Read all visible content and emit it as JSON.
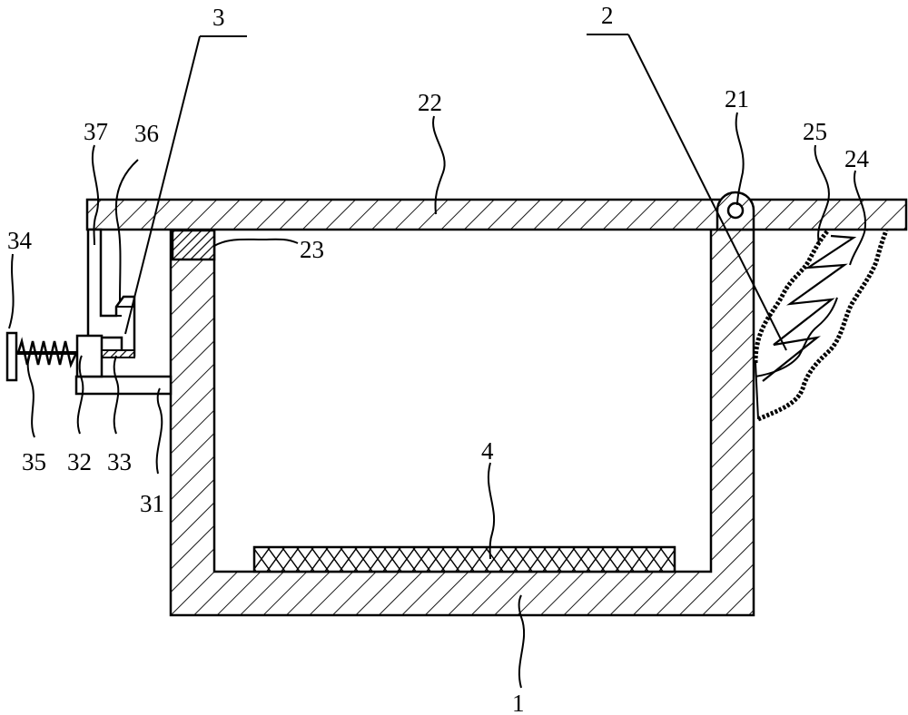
{
  "figure": {
    "labels": {
      "l1": "1",
      "l2": "2",
      "l3": "3",
      "l4": "4",
      "l21": "21",
      "l22": "22",
      "l23": "23",
      "l24": "24",
      "l25": "25",
      "l31": "31",
      "l32": "32",
      "l33": "33",
      "l34": "34",
      "l35": "35",
      "l36": "36",
      "l37": "37"
    },
    "colors": {
      "stroke": "#000000",
      "background": "#ffffff"
    }
  }
}
